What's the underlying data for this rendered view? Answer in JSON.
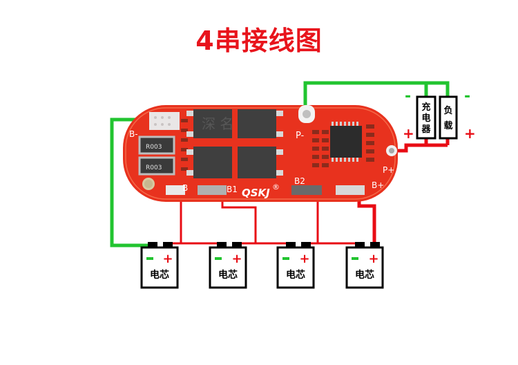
{
  "title": "4串接线图",
  "board": {
    "brand": "QSKJ",
    "registered_mark": "®",
    "pad_labels": {
      "b_minus": "B-",
      "p_minus": "P-",
      "p_plus": "P+",
      "b": "B",
      "b1": "B1",
      "b2": "B2",
      "b_plus": "B+"
    },
    "resistor_labels": [
      "R003",
      "R003"
    ],
    "watermark": "深 名"
  },
  "charger": {
    "label": "充电器",
    "minus": "-",
    "plus": "+"
  },
  "load": {
    "label": "负载",
    "minus": "-",
    "plus": "+"
  },
  "cells": [
    {
      "label": "电芯",
      "minus": "-",
      "plus": "+"
    },
    {
      "label": "电芯",
      "minus": "-",
      "plus": "+"
    },
    {
      "label": "电芯",
      "minus": "-",
      "plus": "+"
    },
    {
      "label": "电芯",
      "minus": "-",
      "plus": "+"
    }
  ],
  "colors": {
    "title": "#e8141c",
    "board": "#e8321e",
    "wire_green": "#22c430",
    "wire_red": "#e80c14",
    "wire_black": "#111111"
  }
}
